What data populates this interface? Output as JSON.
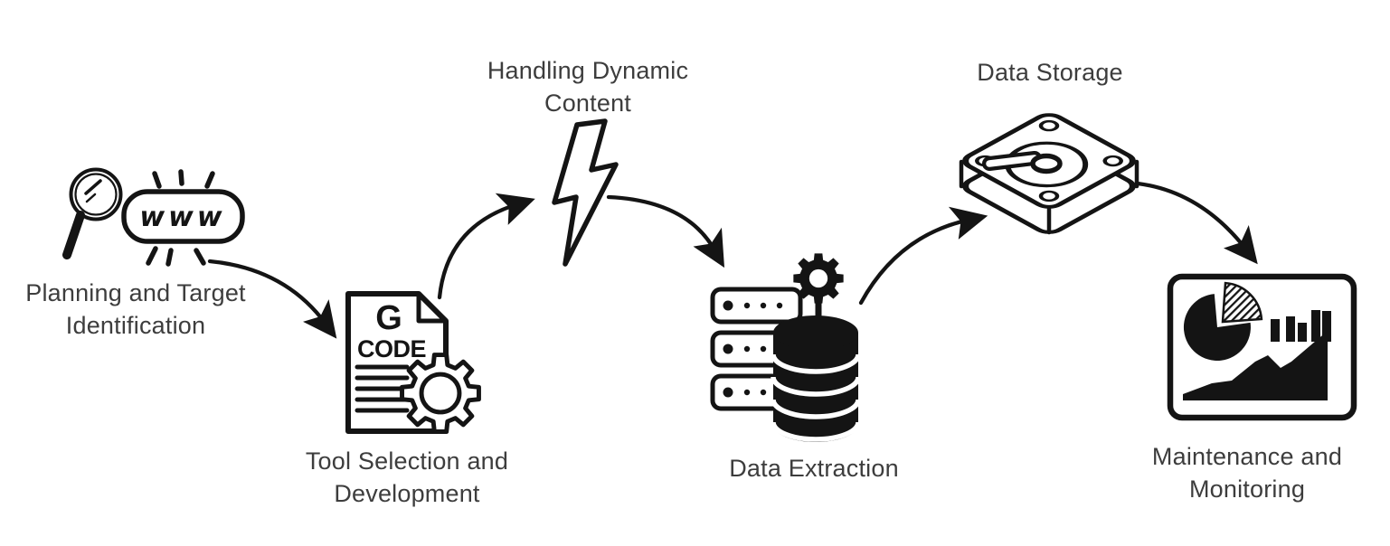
{
  "diagram": {
    "background": "#ffffff",
    "ink_color": "#141414",
    "label_color": "#3d3d3d",
    "stages": [
      {
        "id": "planning",
        "label": "Planning and Target\nIdentification",
        "icon": "magnifier-www-icon",
        "badge_text": "www"
      },
      {
        "id": "tool-selection",
        "label": "Tool Selection and\nDevelopment",
        "icon": "code-document-gear-icon",
        "document_letter": "G",
        "document_word": "CODE"
      },
      {
        "id": "dynamic-content",
        "label": "Handling Dynamic\nContent",
        "icon": "lightning-bolt-icon"
      },
      {
        "id": "data-extraction",
        "label": "Data Extraction",
        "icon": "server-database-gear-icon"
      },
      {
        "id": "data-storage",
        "label": "Data Storage",
        "icon": "hard-drive-icon"
      },
      {
        "id": "maintenance",
        "label": "Maintenance and\nMonitoring",
        "icon": "analytics-dashboard-icon"
      }
    ],
    "connections": [
      {
        "from": "planning",
        "to": "tool-selection"
      },
      {
        "from": "tool-selection",
        "to": "dynamic-content"
      },
      {
        "from": "dynamic-content",
        "to": "data-extraction"
      },
      {
        "from": "data-extraction",
        "to": "data-storage"
      },
      {
        "from": "data-storage",
        "to": "maintenance"
      }
    ]
  }
}
